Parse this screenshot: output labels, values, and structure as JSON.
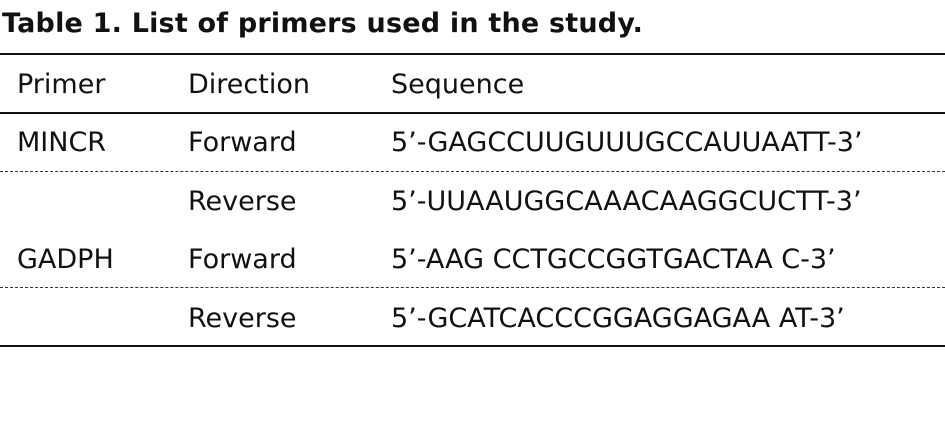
{
  "title": "Table 1. List of primers used in the study.",
  "columns": [
    "Primer",
    "Direction",
    "Sequence"
  ],
  "rows": [
    {
      "primer": "MINCR",
      "direction": "Forward",
      "sequence": "5’-GAGCCUUGUUUGCCAUUAATT-3’"
    },
    {
      "primer": "",
      "direction": "Reverse",
      "sequence": "5’-UUAAUGGCAAACAAGGCUCTT-3’"
    },
    {
      "primer": "GADPH",
      "direction": "Forward",
      "sequence": "5’-AAG CCTGCCGGTGACTAA C-3’"
    },
    {
      "primer": "",
      "direction": "Reverse",
      "sequence": "5’-GCATCACCCGGAGGAGAA AT-3’"
    }
  ]
}
